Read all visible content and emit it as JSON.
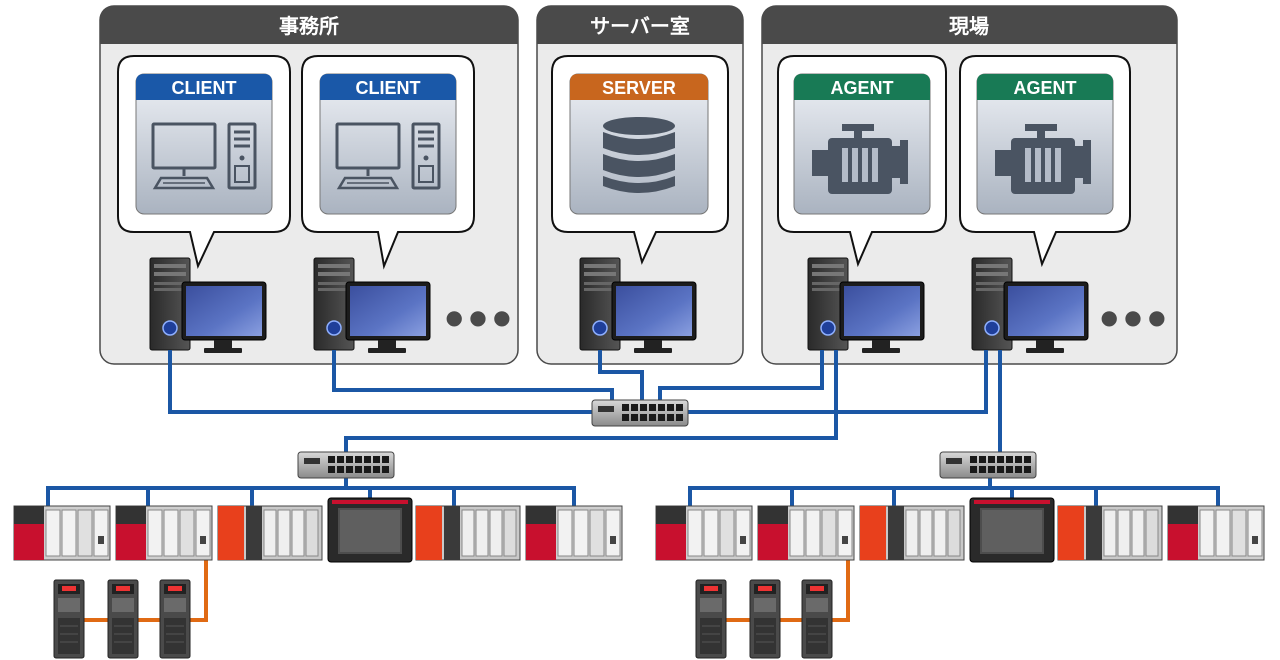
{
  "zones": [
    {
      "title": "事務所"
    },
    {
      "title": "サーバー室"
    },
    {
      "title": "現場"
    }
  ],
  "badges": {
    "client": "CLIENT",
    "server": "SERVER",
    "agent": "AGENT"
  },
  "colors": {
    "zone_fill": "#ebebeb",
    "zone_header": "#4a4a4a",
    "client_badge": "#1a58a8",
    "server_badge": "#c8661e",
    "agent_badge": "#187a55",
    "network_line": "#1b57a5",
    "serial_line": "#e06a14"
  },
  "ellipsis": "● ● ●"
}
